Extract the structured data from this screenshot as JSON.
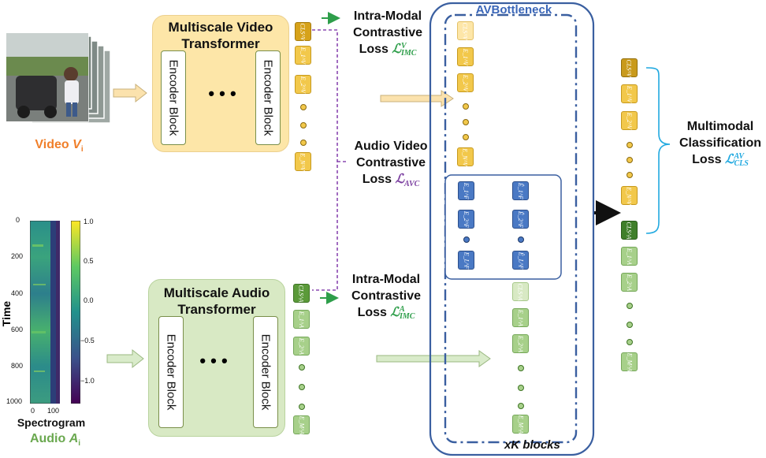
{
  "video_transformer": {
    "title_line1": "Multiscale Video",
    "title_line2": "Transformer",
    "encoder_left": "Encoder Block",
    "encoder_right": "Encoder Block",
    "ellipsis": "• • •"
  },
  "audio_transformer": {
    "title_line1": "Multiscale Audio",
    "title_line2": "Transformer",
    "encoder_left": "Encoder Block",
    "encoder_right": "Encoder Block",
    "ellipsis": "• • •"
  },
  "video_input": {
    "label": "Video",
    "symbol": "V",
    "sub": "i"
  },
  "audio_input": {
    "spectrogram_label": "Spectrogram",
    "label": "Audio",
    "symbol": "A",
    "sub": "i",
    "ylabel": "Time",
    "yticks": [
      "0",
      "200",
      "400",
      "600",
      "800",
      "1000"
    ],
    "xticks": [
      "0",
      "100"
    ],
    "colorbar_ticks": [
      "1.0",
      "0.5",
      "0.0",
      "−0.5",
      "−1.0"
    ]
  },
  "tokens": {
    "cls_v": "CLS^V",
    "e1v": "E_1^V",
    "e2v": "E_2^V",
    "env": "E_N^V",
    "cls_a": "CLS^A",
    "e1a": "E_1^A",
    "e2a": "E_2^A",
    "ema": "E_M^A",
    "e1f": "E_1^F",
    "e2f": "E_2^F",
    "elf": "E_L^F",
    "e1f_hat": "Ê_1^F",
    "e2f_hat": "Ê_2^F",
    "elf_hat": "Ê_L^F"
  },
  "losses": {
    "imc_video": {
      "line1": "Intra-Modal",
      "line2": "Contrastive",
      "line3": "Loss",
      "symbol": "ℒ",
      "sup": "V",
      "sub": "IMC"
    },
    "avc": {
      "line1": "Audio Video",
      "line2": "Contrastive",
      "line3": "Loss",
      "symbol": "ℒ",
      "sub": "AVC"
    },
    "imc_audio": {
      "line1": "Intra-Modal",
      "line2": "Contrastive",
      "line3": "Loss",
      "symbol": "ℒ",
      "sup": "A",
      "sub": "IMC"
    },
    "cls": {
      "line1": "Multimodal",
      "line2": "Classification",
      "line3": "Loss",
      "symbol": "ℒ",
      "sup": "AV",
      "sub": "CLS"
    }
  },
  "bottleneck": {
    "title": "AVBottleneck",
    "repeat": "xK blocks"
  },
  "colors": {
    "video_box": "#fde6a8",
    "audio_box": "#d8e9c4",
    "video_token": "#f2c84b",
    "video_cls": "#d6a21a",
    "audio_token": "#a7d08a",
    "audio_cls": "#5b9a3a",
    "fusion_token": "#4a79c4",
    "bottleneck": "#3a5fa0",
    "imc_loss": "#2e9e4a",
    "avc_loss": "#7b3fa0",
    "cls_loss": "#21a9e0",
    "video_caption": "#f07f2a",
    "audio_caption": "#6aa84f"
  }
}
